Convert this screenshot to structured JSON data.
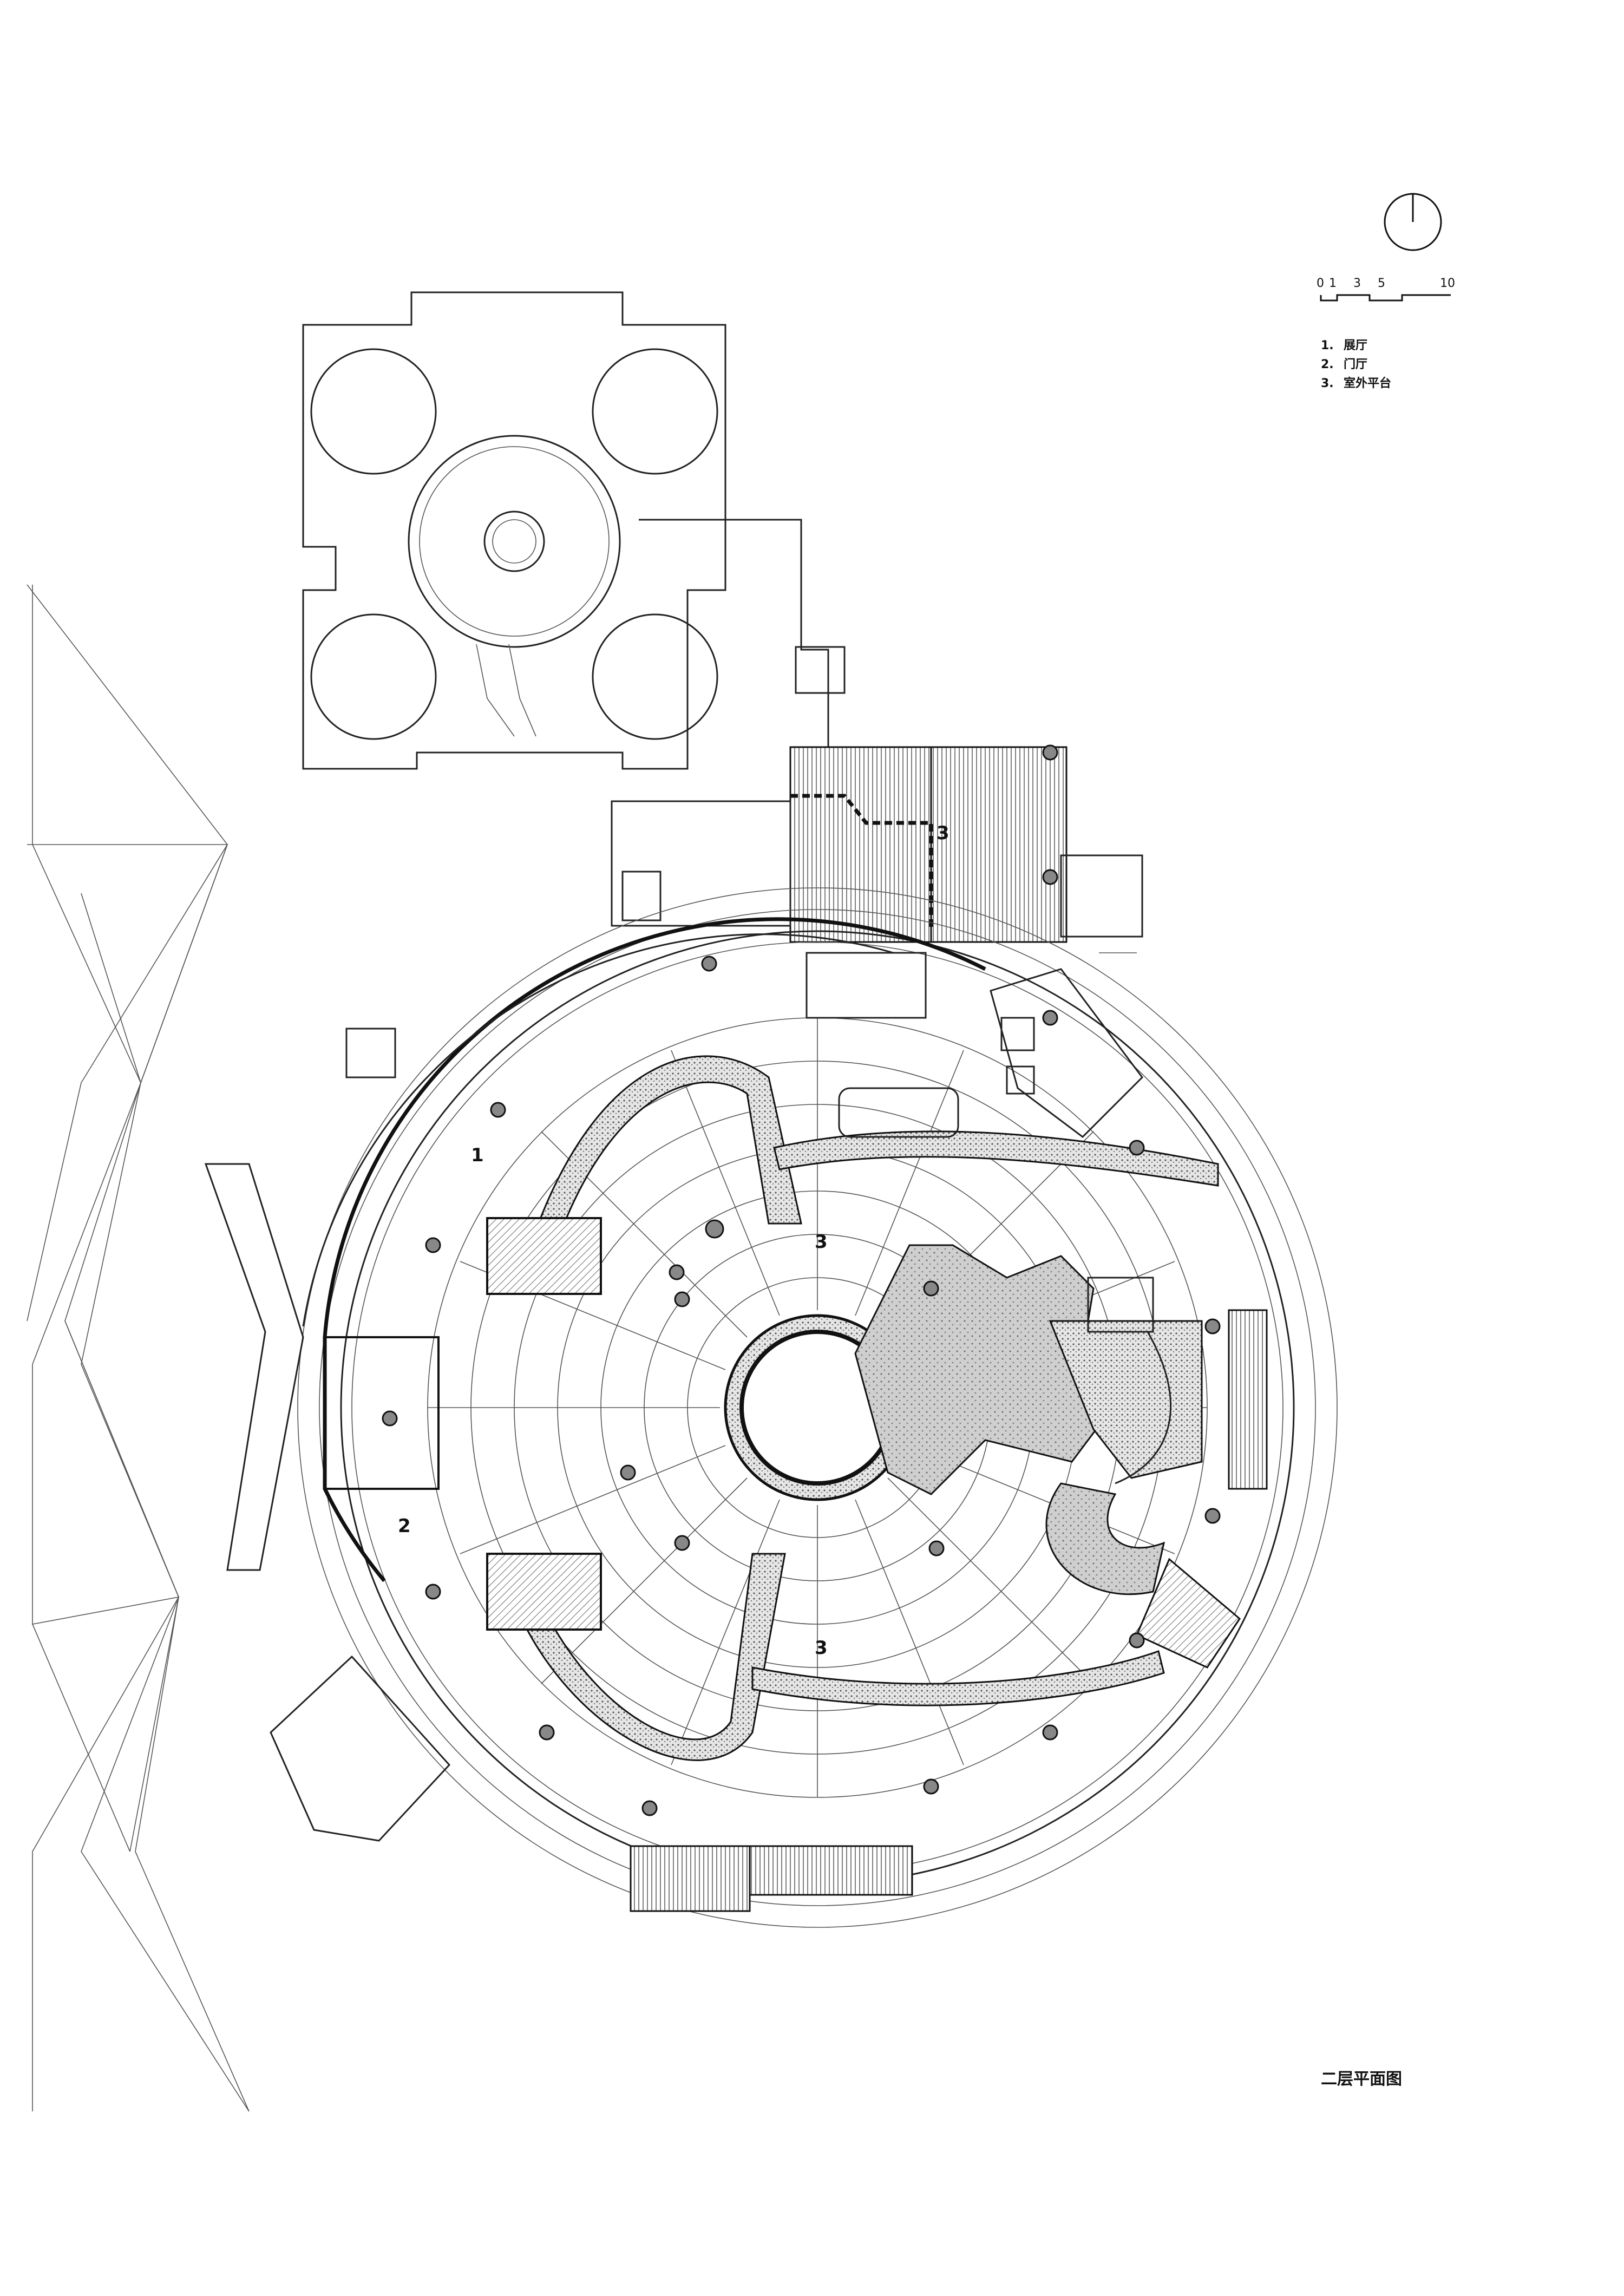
{
  "drawing": {
    "title": "二层平面图",
    "scale_bar": {
      "ticks": [
        "0",
        "1",
        "3",
        "5",
        "10"
      ]
    },
    "legend": [
      {
        "num": "1.",
        "text": "展厅"
      },
      {
        "num": "2.",
        "text": "门厅"
      },
      {
        "num": "3.",
        "text": "室外平台"
      }
    ],
    "area_labels": [
      "1",
      "2",
      "3",
      "3",
      "3"
    ]
  },
  "colors": {
    "line": "#222222",
    "hatch": "#9a9a9a",
    "paper": "#ffffff"
  }
}
